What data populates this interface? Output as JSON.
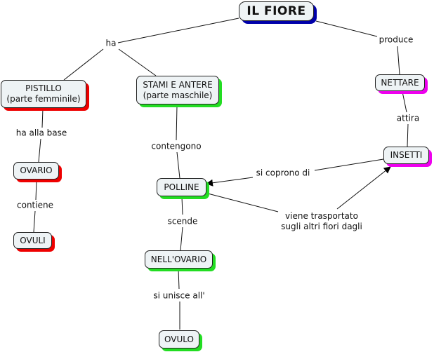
{
  "colors": {
    "root_shadow": "#0000aa",
    "female_shadow": "#ee0000",
    "male_shadow": "#22dd22",
    "insect_shadow": "#ee00ee",
    "node_fill": "#eef3f5"
  },
  "nodes": {
    "il_fiore": "IL FIORE",
    "pistillo_1": "PISTILLO",
    "pistillo_2": "(parte femminile)",
    "stami_1": "STAMI E ANTERE",
    "stami_2": "(parte maschile)",
    "nettare": "NETTARE",
    "insetti": "INSETTI",
    "ovario": "OVARIO",
    "ovuli": "OVULI",
    "polline": "POLLINE",
    "nell_ovario": "NELL'OVARIO",
    "ovulo": "OVULO"
  },
  "links": {
    "ha": "ha",
    "produce": "produce",
    "ha_alla_base": "ha alla base",
    "contiene": "contiene",
    "contengono": "contengono",
    "attira": "attira",
    "si_coprono_di": "si coprono di",
    "viene_trasportato_1": "viene trasportato",
    "viene_trasportato_2": "sugli altri fiori dagli",
    "scende": "scende",
    "si_unisce_all": "si unisce all'"
  }
}
